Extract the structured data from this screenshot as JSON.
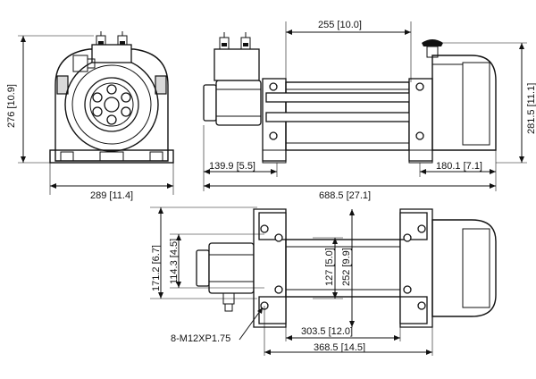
{
  "dimensions": {
    "front_height": "276 [10.9]",
    "front_width": "289 [11.4]",
    "drum_width_top": "255 [10.0]",
    "overall_height": "281.5 [11.1]",
    "left_offset": "139.9 [5.5]",
    "right_offset": "180.1 [7.1]",
    "overall_length": "688.5 [27.1]",
    "plan_mount_outer": "171.2 [6.7]",
    "plan_mount_inner": "114.3 [4.5]",
    "drum_diameter": "127 [5.0]",
    "flange_diameter": "252 [9.9]",
    "bolt_spacing": "303.5 [12.0]",
    "base_length": "368.5 [14.5]",
    "bolt_callout": "8-M12XP1.75"
  }
}
